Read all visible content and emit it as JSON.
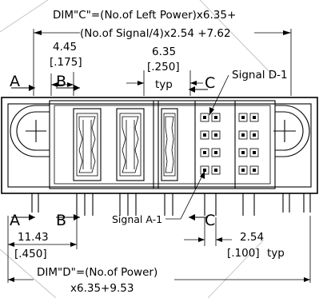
{
  "formula_c": {
    "line1": "DIM\"C\"=(No.of Left Power)x6.35+",
    "line2": "(No.of Signal/4)x2.54 +7.62"
  },
  "dim_445": {
    "mm": "4.45",
    "inch": "[.175]"
  },
  "dim_635": {
    "mm": "6.35",
    "inch": "[.250]",
    "note": "typ"
  },
  "signal_d1": "Signal D-1",
  "signal_a1": "Signal A-1",
  "section_a": "A",
  "section_b": "B",
  "section_c": "C",
  "dim_1143": {
    "mm": "11.43",
    "inch": "[.450]"
  },
  "dim_254": {
    "mm": "2.54",
    "inch": "[.100]",
    "note": "typ"
  },
  "formula_d": {
    "line1": "DIM\"D\"=(No.of Power)",
    "line2": "x6.35+9.53"
  }
}
